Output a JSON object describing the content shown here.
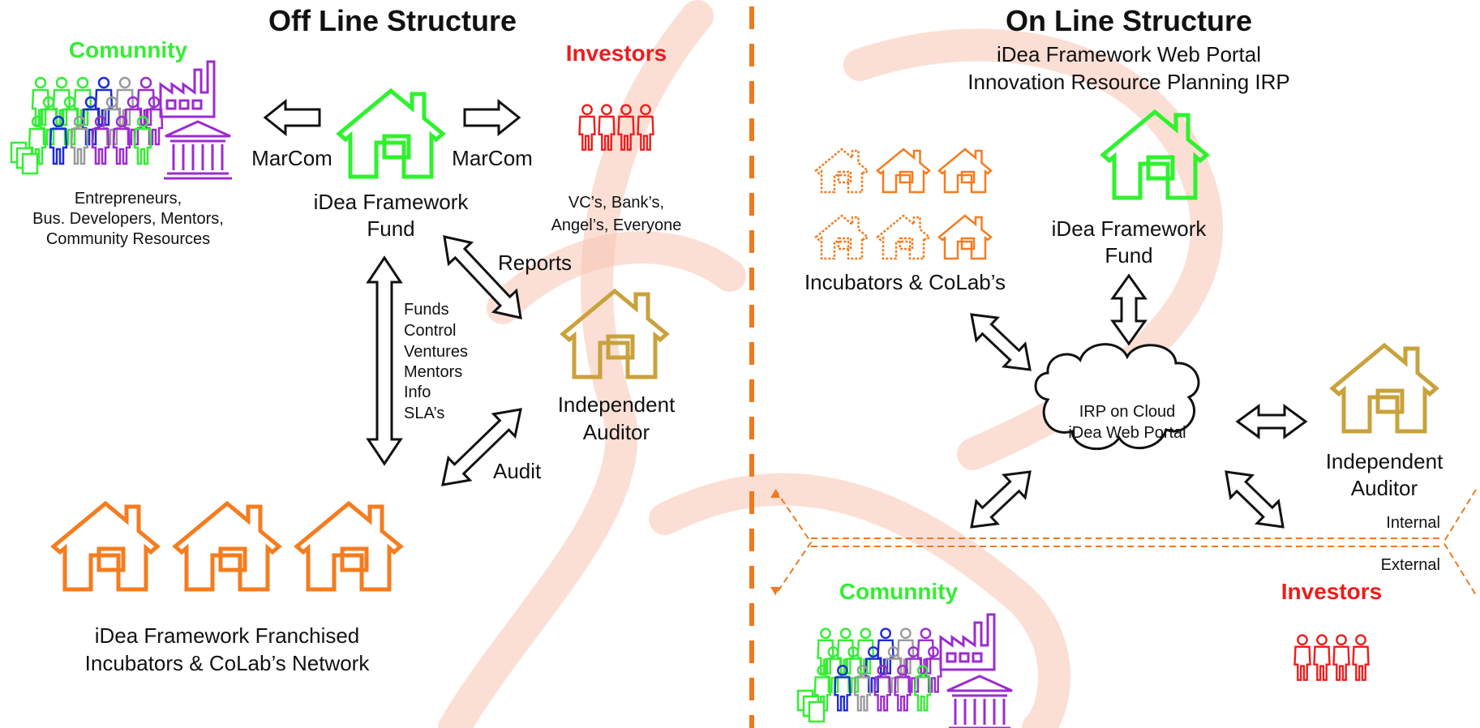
{
  "colors": {
    "community": "#33ee33",
    "investors": "#ee1c1c",
    "fund": "#2ef22e",
    "auditor": "#c9a23c",
    "incubators": "#f57c1f",
    "divider": "#ee7a20",
    "watermark": "#f7c5b3",
    "stroke": "#111111",
    "people_blue": "#1f2bd6",
    "people_gray": "#9a9a9a",
    "people_purple": "#9b2ccf"
  },
  "icons": {
    "house": "house-icon",
    "people": "people-icon",
    "factory": "factory-icon",
    "building": "building-icon",
    "documents": "documents-icon",
    "cloud": "cloud-icon",
    "arrow": "arrow-icon"
  },
  "offline": {
    "title": "Off Line Structure",
    "community": {
      "label": "Comunnity",
      "desc_line1": "Entrepreneurs,",
      "desc_line2": "Bus. Developers, Mentors,",
      "desc_line3": "Community Resources"
    },
    "investors": {
      "label": "Investors",
      "desc_line1": "VC’s, Bank’s,",
      "desc_line2": "Angel’s, Everyone"
    },
    "marcom_left": "MarCom",
    "marcom_right": "MarCom",
    "fund": {
      "line1": "iDea Framework",
      "line2": "Fund"
    },
    "reports": "Reports",
    "audit": "Audit",
    "flows": [
      "Funds",
      "Control",
      "Ventures",
      "Mentors",
      "Info",
      "SLA’s"
    ],
    "auditor": {
      "line1": "Independent",
      "line2": "Auditor"
    },
    "network": {
      "line1": "iDea Framework Franchised",
      "line2": "Incubators & CoLab’s Network"
    }
  },
  "online": {
    "title": "On Line Structure",
    "subtitle1": "iDea Framework Web Portal",
    "subtitle2": "Innovation Resource Planning IRP",
    "incubators": "Incubators & CoLab’s",
    "fund": {
      "line1": "iDea Framework",
      "line2": "Fund"
    },
    "cloud": {
      "line1": "IRP on Cloud",
      "line2": "iDea Web Portal"
    },
    "auditor": {
      "line1": "Independent",
      "line2": "Auditor"
    },
    "internal": "Internal",
    "external": "External",
    "community": "Comunnity",
    "investors": "Investors"
  }
}
